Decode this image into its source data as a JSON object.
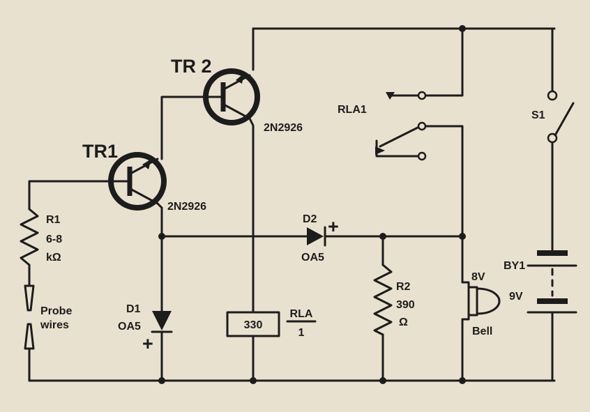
{
  "colors": {
    "paper": "#e9e1cf",
    "ink": "#1c1c1c"
  },
  "components": {
    "tr1": {
      "ref": "TR1",
      "part": "2N2926"
    },
    "tr2": {
      "ref": "TR 2",
      "part": "2N2926"
    },
    "r1": {
      "ref": "R1",
      "value": "6-8",
      "unit": "kΩ"
    },
    "probe": {
      "line1": "Probe",
      "line2": "wires"
    },
    "d1": {
      "ref": "D1",
      "part": "OA5",
      "polarity": "+"
    },
    "d2": {
      "ref": "D2",
      "part": "OA5",
      "polarity": "+"
    },
    "relay_coil": {
      "value": "330",
      "ref_top": "RLA",
      "ref_bottom": "1"
    },
    "relay_contact": {
      "ref": "RLA1"
    },
    "r2": {
      "ref": "R2",
      "value": "390",
      "unit": "Ω"
    },
    "bell": {
      "voltage": "8V",
      "label": "Bell"
    },
    "s1": {
      "ref": "S1"
    },
    "battery": {
      "ref": "BY1",
      "voltage": "9V"
    }
  }
}
